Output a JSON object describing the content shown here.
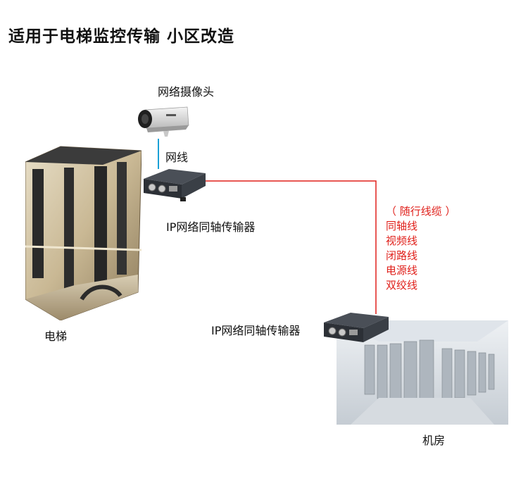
{
  "title": "适用于电梯监控传输 小区改造",
  "labels": {
    "camera": "网络摄像头",
    "network_cable": "网线",
    "transceiver_top": "IP网络同轴传输器",
    "transceiver_bottom": "IP网络同轴传输器",
    "elevator": "电梯",
    "machine_room": "机房"
  },
  "cables": {
    "header": "（ 随行线缆 ）",
    "items": [
      "同轴线",
      "视频线",
      "闭路线",
      "电源线",
      "双绞线"
    ]
  },
  "colors": {
    "network_line": "#1aa0d6",
    "trunk_line": "#e0201b"
  },
  "icons": [
    "camera-icon",
    "elevator-image",
    "transceiver-icon",
    "server-room-image"
  ]
}
